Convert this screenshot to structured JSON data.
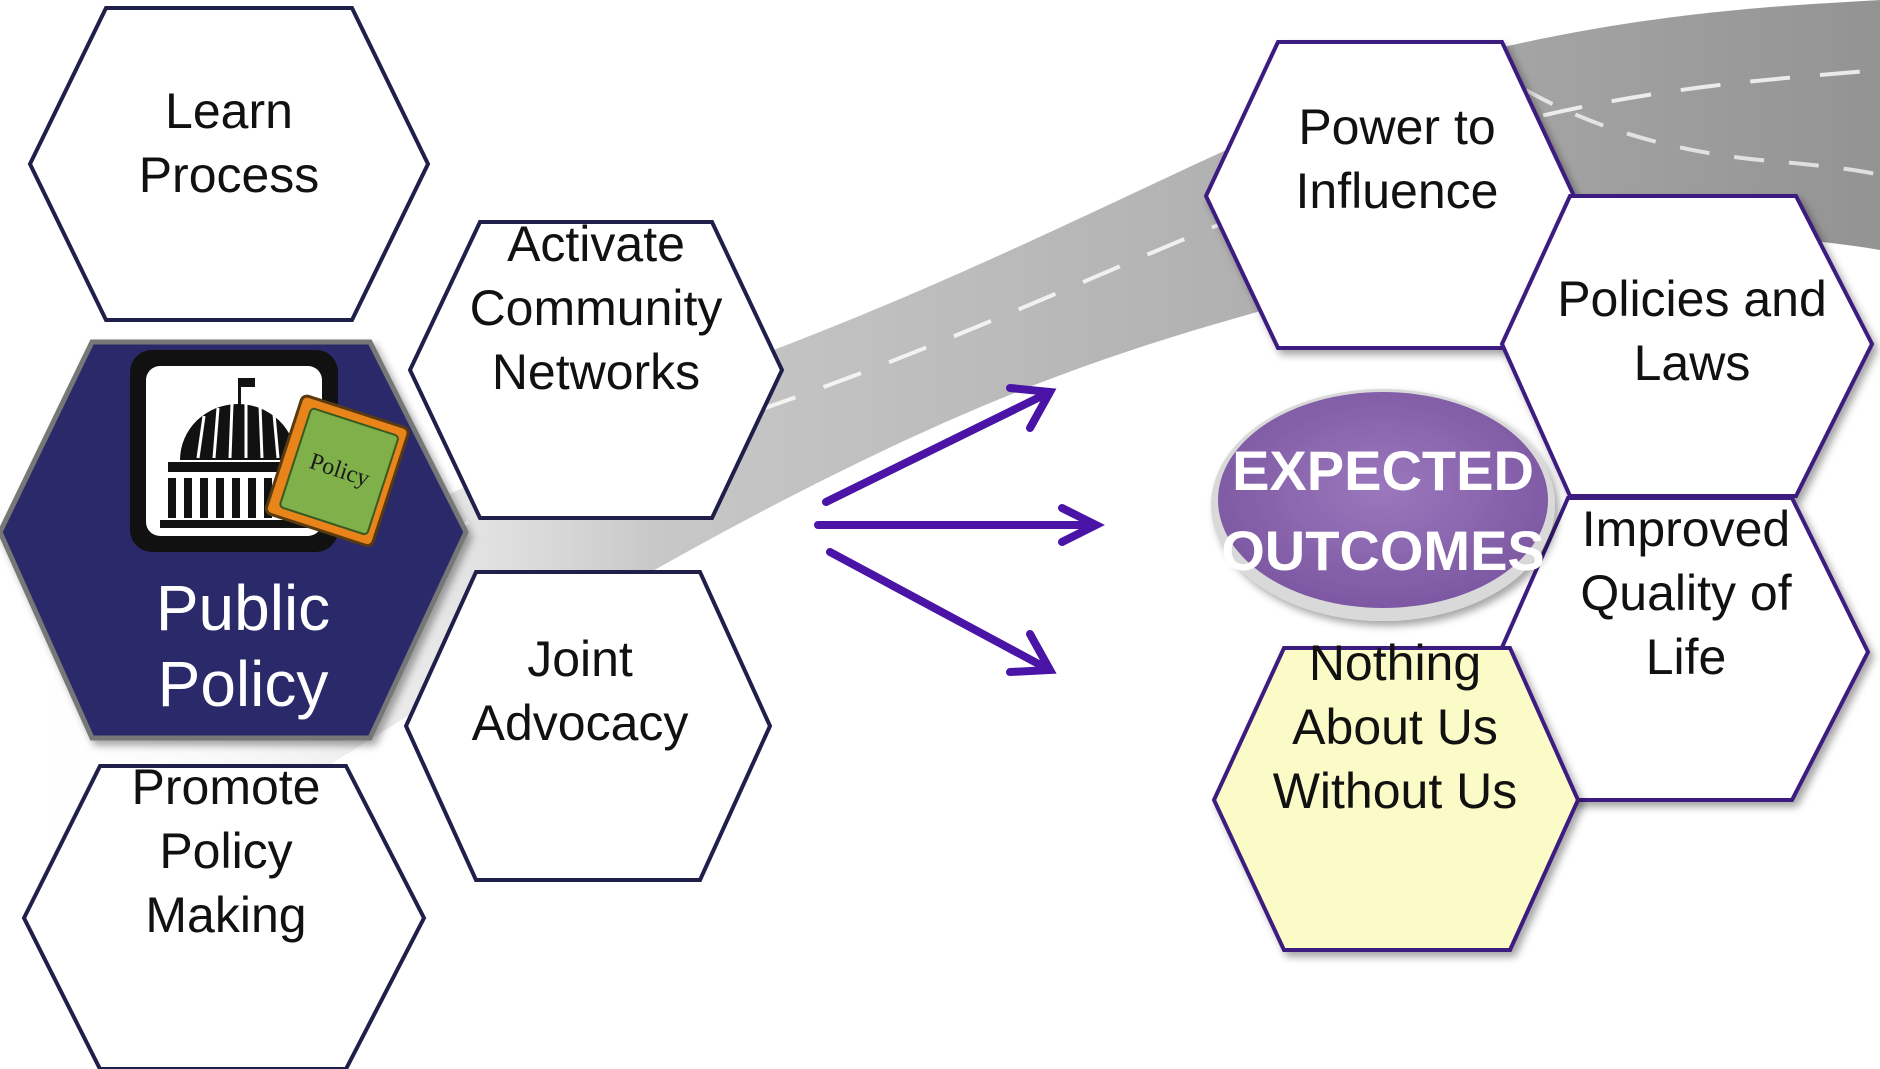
{
  "left_cluster": {
    "center": {
      "title": [
        "Public",
        "Policy"
      ],
      "icon": "capitol-building-icon",
      "book_label": "Policy"
    },
    "hexes": [
      {
        "id": "learn-process",
        "lines": [
          "Learn",
          "Process"
        ]
      },
      {
        "id": "activate-community-networks",
        "lines": [
          "Activate",
          "Community",
          "Networks"
        ]
      },
      {
        "id": "joint-advocacy",
        "lines": [
          "Joint",
          "Advocacy"
        ]
      },
      {
        "id": "promote-policy-making",
        "lines": [
          "Promote",
          "Policy",
          "Making"
        ]
      }
    ]
  },
  "arrows": {
    "count": 3,
    "color": "#4a14a6"
  },
  "right_cluster": {
    "badge": {
      "lines": [
        "EXPECTED",
        "OUTCOMES"
      ],
      "color": "#8e6bb0"
    },
    "hexes": [
      {
        "id": "power-to-influence",
        "lines": [
          "Power to",
          "Influence"
        ]
      },
      {
        "id": "policies-and-laws",
        "lines": [
          "Policies and",
          "Laws"
        ]
      },
      {
        "id": "improved-quality-of-life",
        "lines": [
          "Improved",
          "Quality of",
          "Life"
        ]
      },
      {
        "id": "nothing-about-us-without-us",
        "lines": [
          "Nothing",
          "About Us",
          "Without Us"
        ],
        "highlight": true
      }
    ]
  },
  "colors": {
    "center_fill": "#2b2a6b",
    "hex_stroke": "#1f1f4a",
    "right_stroke": "#3d1a80",
    "highlight_fill": "#fbfbc8",
    "road": "#8f8f8f"
  }
}
